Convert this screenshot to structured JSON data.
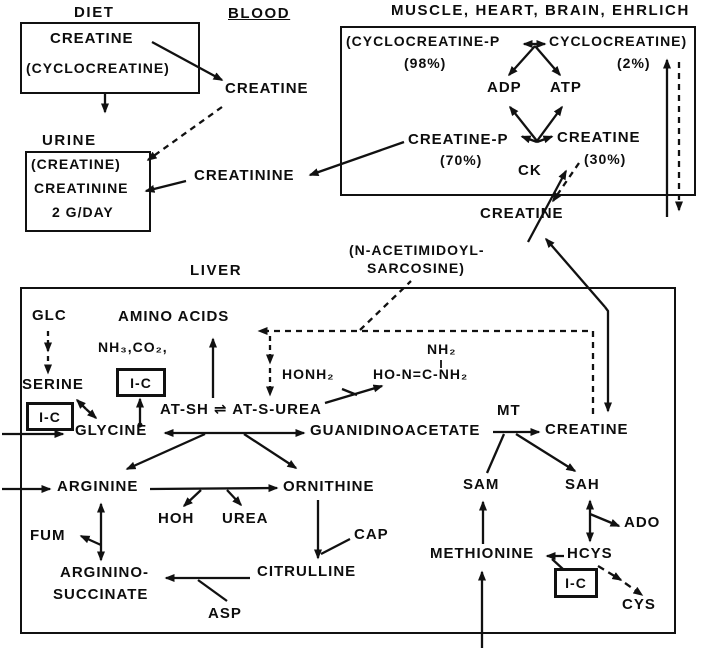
{
  "figure": "creatine-metabolism-pathway-diagram",
  "colors": {
    "ink": "#0d0d0d",
    "paper": "#ffffff"
  },
  "labels": {
    "diet_title": "DIET",
    "diet_creatine": "CREATINE",
    "diet_cyclocreatine": "(CYCLOCREATINE)",
    "blood_title": "BLOOD",
    "blood_creatine": "CREATINE",
    "blood_creatinine": "CREATININE",
    "urine_title": "URINE",
    "urine_creatine": "(CREATINE)",
    "urine_creatinine": "CREATININE",
    "urine_rate": "2 G/DAY",
    "muscle_title": "MUSCLE, HEART, BRAIN, EHRLICH",
    "cyclocreatine_p": "(CYCLOCREATINE-P",
    "cyclocreatine": "CYCLOCREATINE)",
    "pct_98": "(98%)",
    "pct_2": "(2%)",
    "adp": "ADP",
    "atp": "ATP",
    "creatine_p": "CREATINE-P",
    "pct_70": "(70%)",
    "muscle_creatine": "CREATINE",
    "pct_30": "(30%)",
    "ck": "CK",
    "extracellular_creatine": "CREATINE",
    "acetimidoyl_line1": "(N-ACETIMIDOYL-",
    "acetimidoyl_line2": "SARCOSINE)",
    "liver_title": "LIVER",
    "glc": "GLC",
    "amino_acids": "AMINO ACIDS",
    "nh3_co2": "NH₃,CO₂,",
    "ic_1": "I-C",
    "serine": "SERINE",
    "ic_2": "I-C",
    "glycine": "GLYCINE",
    "at_equilibrium": "AT-SH ⇌ AT-S-UREA",
    "honh2": "HONH₂",
    "nh2": "NH₂",
    "ho_n_c_nh2": "HO-N=C-NH₂",
    "guanidinoacetate": "GUANIDINOACETATE",
    "mt": "MT",
    "liver_creatine": "CREATINE",
    "arginine": "ARGININE",
    "hoh": "HOH",
    "urea": "UREA",
    "ornithine": "ORNITHINE",
    "sam": "SAM",
    "sah": "SAH",
    "ado": "ADO",
    "fum": "FUM",
    "cap": "CAP",
    "citrulline": "CITRULLINE",
    "methionine": "METHIONINE",
    "hcys": "HCYS",
    "ic_3": "I-C",
    "cys": "CYS",
    "argininosuccinate_line1": "ARGININO-",
    "argininosuccinate_line2": "SUCCINATE",
    "asp": "ASP"
  }
}
